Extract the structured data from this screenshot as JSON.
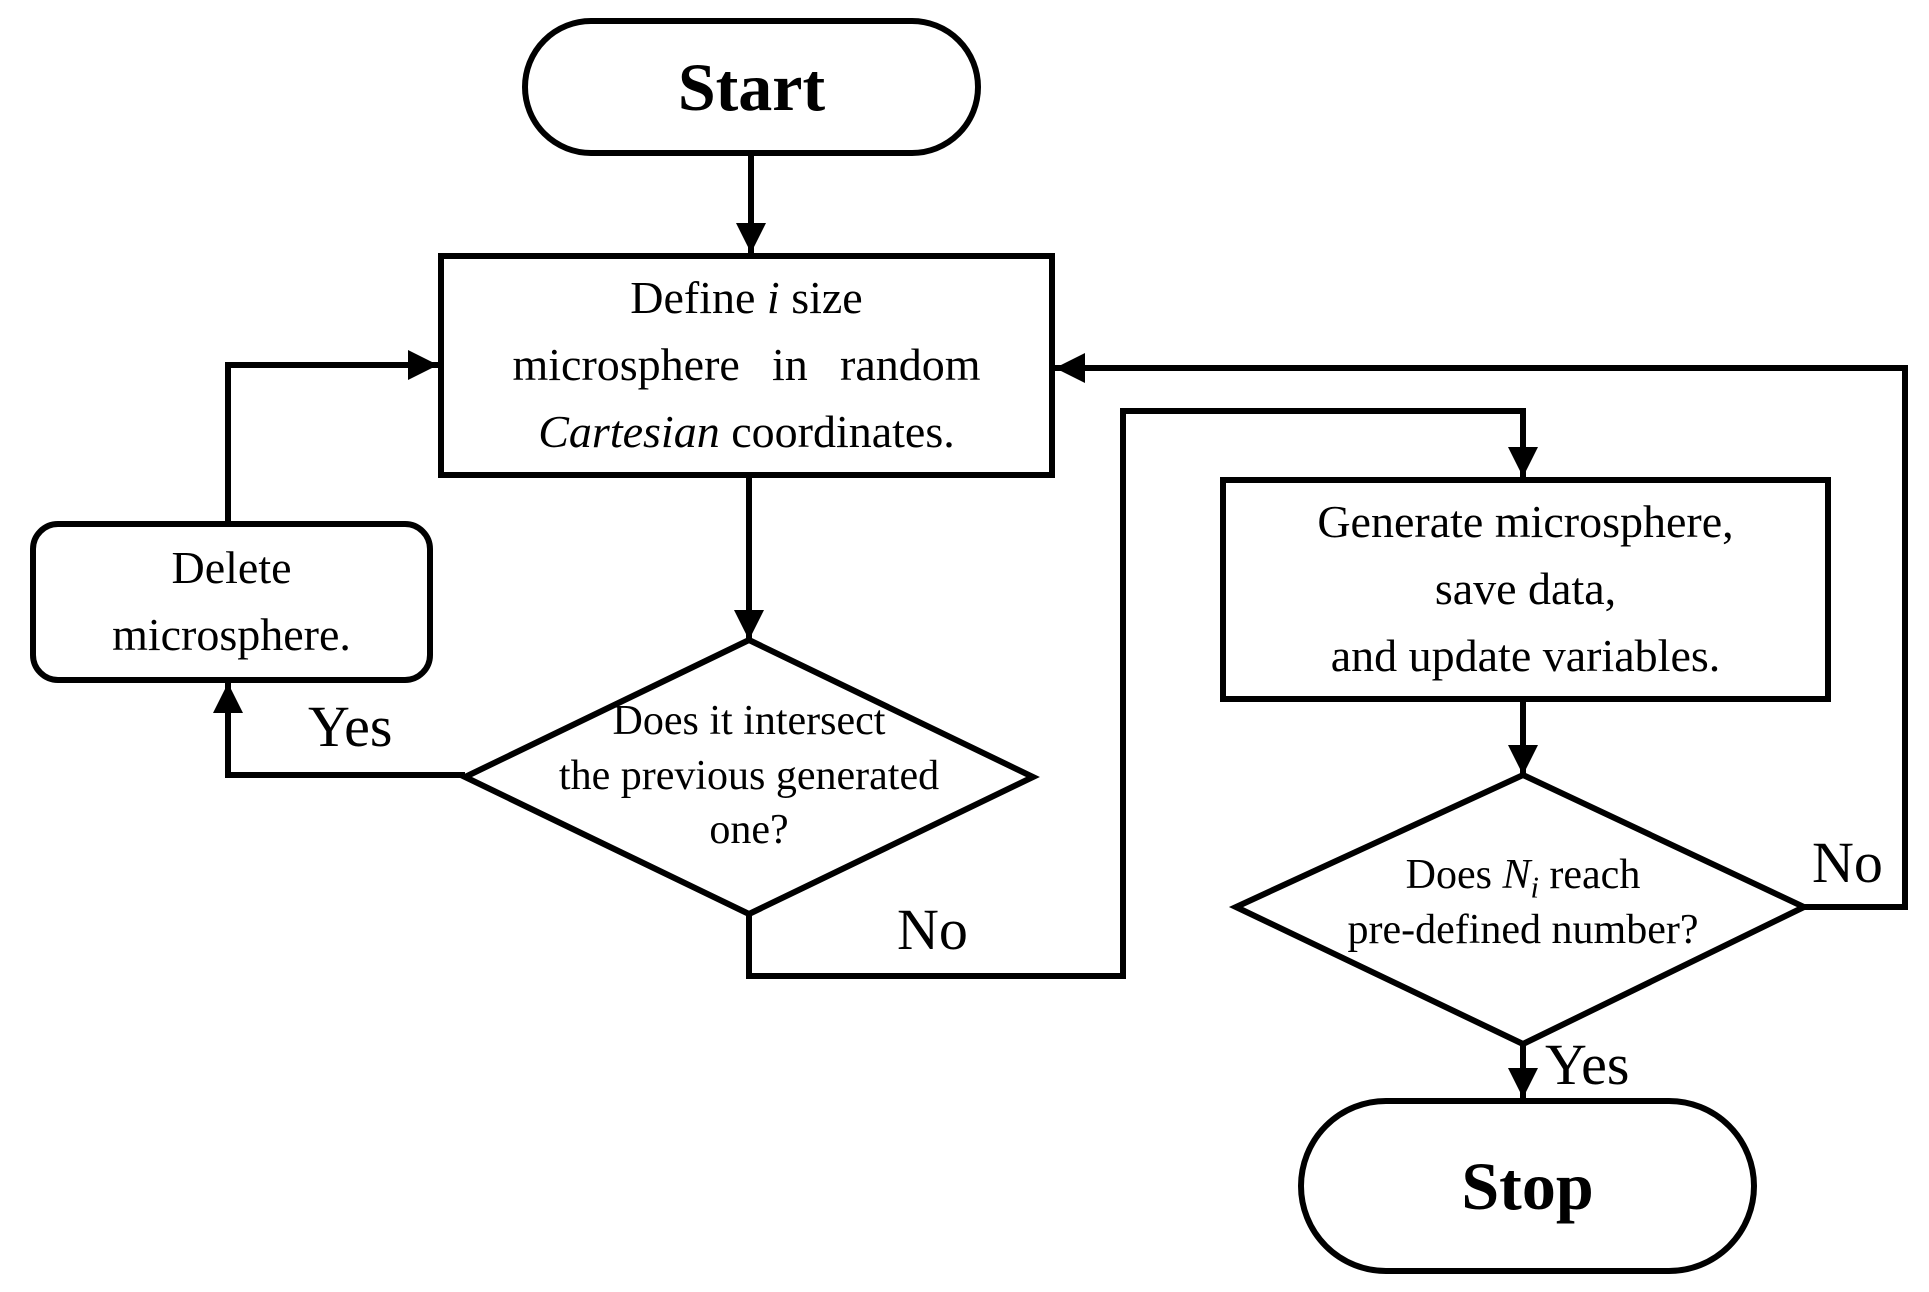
{
  "canvas": {
    "background_color": "#ffffff",
    "line_color": "#000000"
  },
  "nodes": {
    "start": {
      "label": "Start"
    },
    "define": {
      "line1_pre": "Define ",
      "line1_italic": "i",
      "line1_post": " size",
      "line2": "microsphere in random",
      "line3_italic": "Cartesian",
      "line3_post": " coordinates."
    },
    "delete": {
      "line1": "Delete",
      "line2": "microsphere."
    },
    "decision_intersect": {
      "line1": "Does it intersect",
      "line2": "the previous generated",
      "line3": "one?"
    },
    "generate": {
      "line1": "Generate microsphere,",
      "line2": "save data,",
      "line3": "and update variables."
    },
    "decision_count": {
      "line1_pre": "Does ",
      "line1_var": "N",
      "line1_sub": "i",
      "line1_post": " reach",
      "line2": "pre-defined number?"
    },
    "stop": {
      "label": "Stop"
    }
  },
  "edge_labels": {
    "yes_intersect": "Yes",
    "no_intersect": "No",
    "no_count": "No",
    "yes_count": "Yes"
  }
}
